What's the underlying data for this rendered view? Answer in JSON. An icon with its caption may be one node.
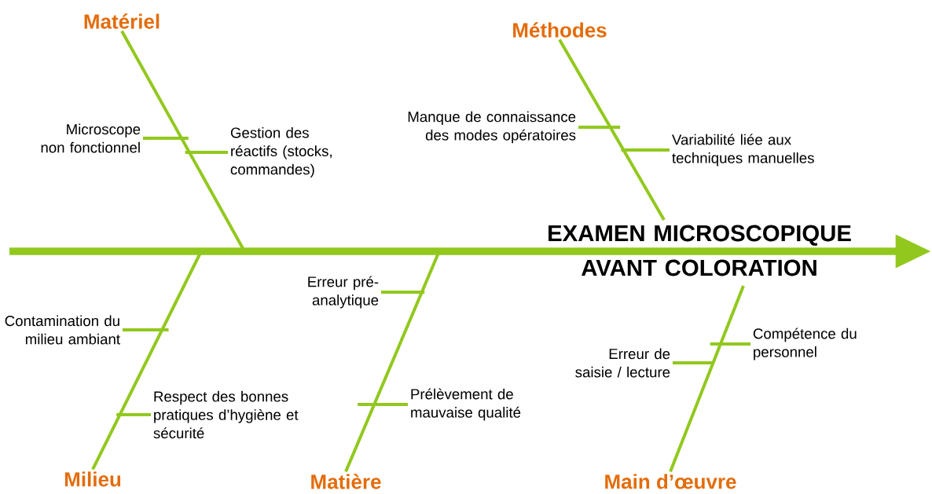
{
  "diagram": {
    "nodes": [
      {
        "text": [
          "Matériel"
        ]
      },
      {
        "text": [
          "Méthodes"
        ]
      },
      {
        "text": [
          "Microscope non fonctionnel"
        ]
      },
      {
        "text": [
          "Gestion des réactifs (stocks, commandes)"
        ]
      },
      {
        "text": [
          "Manque de connaissance des modes opératoires"
        ]
      },
      {
        "text": [
          "Variabilité liée aux techniques manuelles"
        ]
      },
      {
        "text": [
          "EXAMEN MICROSCOPIQUE AVANT COLORATION"
        ]
      },
      {
        "text": [
          "Contamination du milieu ambiant"
        ]
      },
      {
        "text": [
          "Erreur pré-analytique"
        ]
      },
      {
        "text": [
          "Erreur de saisie / lecture"
        ]
      },
      {
        "text": [
          "Compétence du personnel"
        ]
      },
      {
        "text": [
          "Respect des bonnes pratiques d’hygiène et sécurité"
        ]
      },
      {
        "text": [
          "Prélèvement de mauvaise qualité"
        ]
      },
      {
        "text": [
          "Milieu"
        ]
      },
      {
        "text": [
          "Matière"
        ]
      },
      {
        "text": [
          "Main d’œuvre"
        ]
      }
    ],
    "edges": [
      {
        "from": null,
        "to": 6,
        "arrow": "to",
        "style": "thick"
      },
      {
        "from": 0,
        "to": null,
        "arrow": "none"
      },
      {
        "from": 1,
        "to": 6,
        "arrow": "none"
      },
      {
        "from": 13,
        "to": null,
        "arrow": "none"
      },
      {
        "from": 14,
        "to": null,
        "arrow": "none"
      },
      {
        "from": 15,
        "to": 6,
        "arrow": "none"
      },
      {
        "from": 2,
        "to": null,
        "arrow": "none"
      },
      {
        "from": 3,
        "to": null,
        "arrow": "none"
      },
      {
        "from": 4,
        "to": null,
        "arrow": "none"
      },
      {
        "from": 5,
        "to": null,
        "arrow": "none"
      },
      {
        "from": 7,
        "to": null,
        "arrow": "none"
      },
      {
        "from": 11,
        "to": null,
        "arrow": "none"
      },
      {
        "from": 8,
        "to": null,
        "arrow": "none"
      },
      {
        "from": 12,
        "to": null,
        "arrow": "none"
      },
      {
        "from": 9,
        "to": null,
        "arrow": "none"
      },
      {
        "from": 10,
        "to": null,
        "arrow": "none"
      }
    ]
  }
}
